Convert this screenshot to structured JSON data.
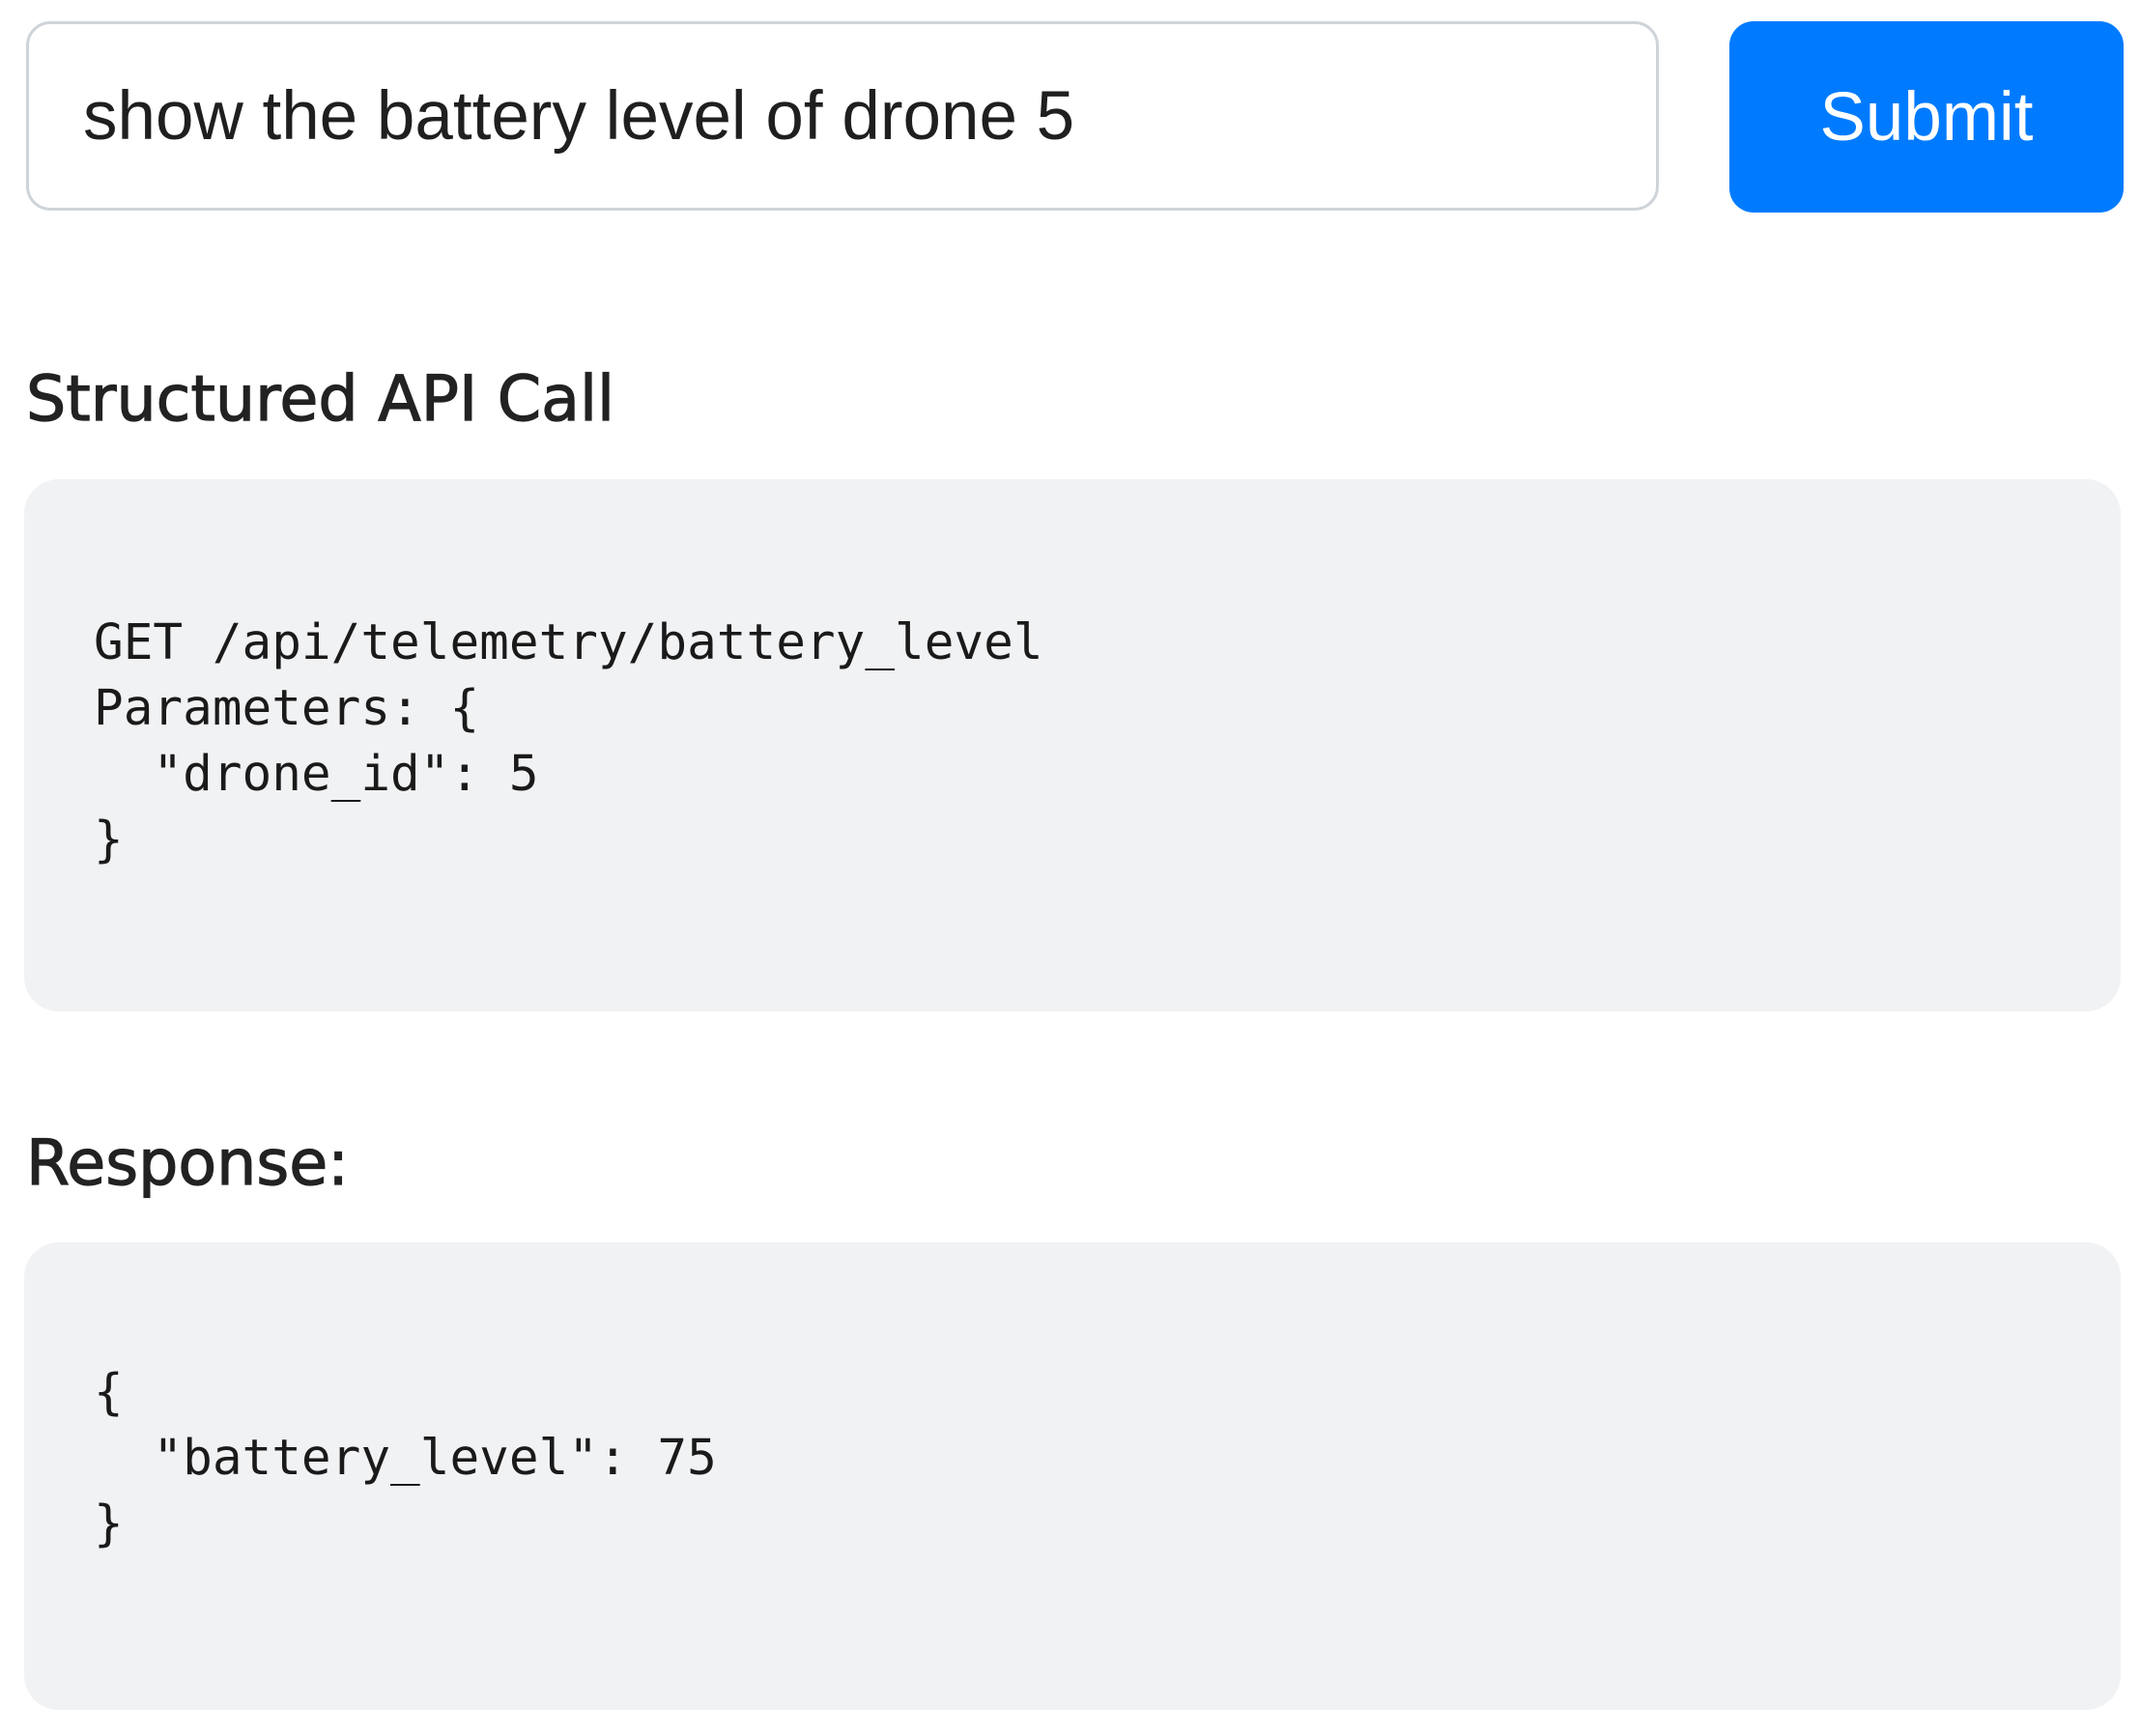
{
  "query": {
    "value": "show the battery level of drone 5",
    "placeholder": ""
  },
  "submit": {
    "label": "Submit"
  },
  "api_call": {
    "heading": "Structured API Call",
    "lines": [
      "GET /api/telemetry/battery_level",
      "Parameters: {",
      "  \"drone_id\": 5",
      "}"
    ]
  },
  "response": {
    "heading": "Response:",
    "lines": [
      "{",
      "  \"battery_level\": 75",
      "}"
    ]
  },
  "colors": {
    "accent": "#007bff",
    "code_background": "#f1f2f4",
    "input_border": "#cfd4da"
  }
}
